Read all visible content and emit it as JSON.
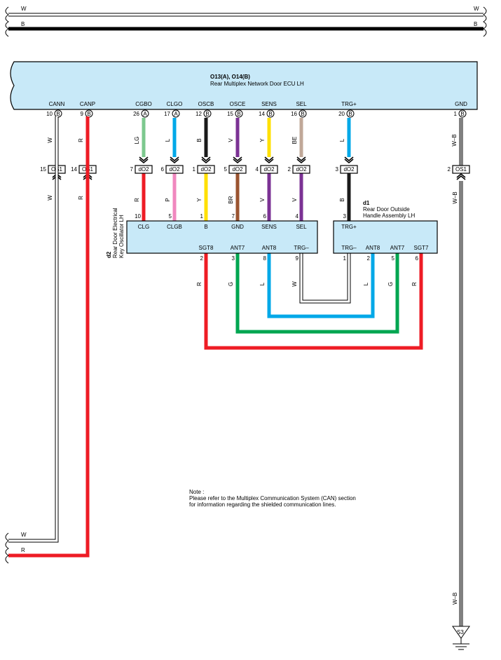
{
  "top_buses": [
    {
      "label": "W",
      "color": "#ffffff"
    },
    {
      "label": "B",
      "color": "#000000"
    }
  ],
  "ecu": {
    "title": "O13(A), O14(B)",
    "name": "Rear Multiplex Network Door ECU LH",
    "fill": "#c8e9f8",
    "pins": [
      {
        "name": "CANN",
        "num": "10",
        "conn": "B"
      },
      {
        "name": "CANP",
        "num": "9",
        "conn": "B"
      },
      {
        "name": "CGBO",
        "num": "26",
        "conn": "A"
      },
      {
        "name": "CLGO",
        "num": "17",
        "conn": "A"
      },
      {
        "name": "OSCB",
        "num": "12",
        "conn": "B"
      },
      {
        "name": "OSCE",
        "num": "15",
        "conn": "B"
      },
      {
        "name": "SENS",
        "num": "14",
        "conn": "B"
      },
      {
        "name": "SEL",
        "num": "16",
        "conn": "B"
      },
      {
        "name": "TRG+",
        "num": "20",
        "conn": "B"
      },
      {
        "name": "GND",
        "num": "1",
        "conn": "B"
      }
    ]
  },
  "upper_wires": [
    "W",
    "R",
    "LG",
    "L",
    "B",
    "V",
    "Y",
    "BE",
    "L",
    "W–B"
  ],
  "connectors": [
    {
      "num": "15",
      "id": "OS1"
    },
    {
      "num": "14",
      "id": "OS1"
    },
    {
      "num": "7",
      "id": "dO2"
    },
    {
      "num": "6",
      "id": "dO2"
    },
    {
      "num": "1",
      "id": "dO2"
    },
    {
      "num": "5",
      "id": "dO2"
    },
    {
      "num": "4",
      "id": "dO2"
    },
    {
      "num": "2",
      "id": "dO2"
    },
    {
      "num": "3",
      "id": "dO2"
    },
    {
      "num": "2",
      "id": "OS1"
    }
  ],
  "lower_wires": [
    "W",
    "R",
    "R",
    "P",
    "Y",
    "BR",
    "V",
    "V",
    "B",
    "W–B"
  ],
  "oscillator": {
    "code": "d2",
    "name_line1": "Rear Door Electrical",
    "name_line2": "Key Oscillator LH",
    "top_pins": [
      {
        "num": "10",
        "name": "CLG"
      },
      {
        "num": "5",
        "name": "CLGB"
      },
      {
        "num": "1",
        "name": "B"
      },
      {
        "num": "7",
        "name": "GND"
      },
      {
        "num": "6",
        "name": "SENS"
      },
      {
        "num": "4",
        "name": "SEL"
      }
    ],
    "bottom_pins": [
      {
        "num": "2",
        "name": "SGT8"
      },
      {
        "num": "3",
        "name": "ANT7"
      },
      {
        "num": "8",
        "name": "ANT8"
      },
      {
        "num": "9",
        "name": "TRG–"
      }
    ]
  },
  "handle": {
    "code": "d1",
    "name_line1": "Rear Door Outside",
    "name_line2": "Handle Assembly LH",
    "top_pins": [
      {
        "num": "3",
        "name": "TRG+"
      }
    ],
    "bottom_pins": [
      {
        "num": "1",
        "name": "TRG–"
      },
      {
        "num": "2",
        "name": "ANT8"
      },
      {
        "num": "5",
        "name": "ANT7"
      },
      {
        "num": "6",
        "name": "SGT7"
      }
    ]
  },
  "loop_wires_left": [
    "R",
    "G",
    "L",
    "W"
  ],
  "loop_wires_right": [
    "L",
    "G",
    "R"
  ],
  "bottom_buses": [
    {
      "label": "W"
    },
    {
      "label": "R"
    }
  ],
  "ground": {
    "wire": "W–B",
    "id": "S3"
  },
  "note": {
    "title": "Note :",
    "line1": "Please refer to the Multiplex Communication System (CAN) section",
    "line2": "for information regarding the shielded communication lines."
  },
  "colors": {
    "R": "#ee1c25",
    "LG": "#7cc88e",
    "L": "#00a8e8",
    "B": "#1a1a1a",
    "V": "#7b3294",
    "Y": "#ffe000",
    "BE": "#c0a898",
    "P": "#f088bf",
    "BR": "#9b5430",
    "G": "#00a651",
    "ECU": "#c8e9f8"
  }
}
